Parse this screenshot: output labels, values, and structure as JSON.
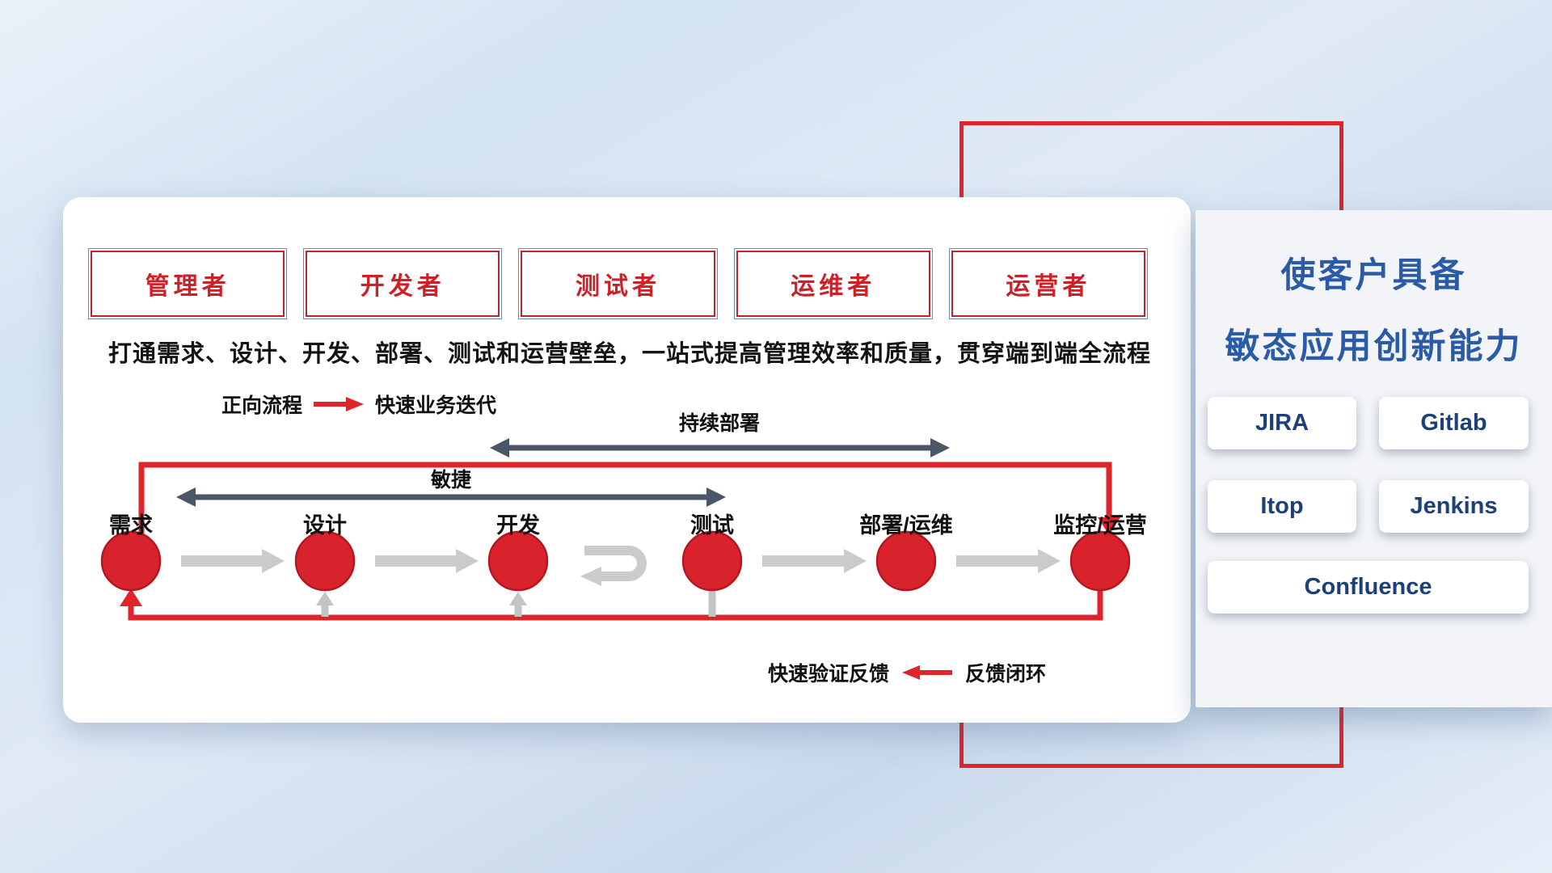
{
  "colors": {
    "accent_red": "#d8222c",
    "frame_red": "#e0242b",
    "title_blue": "#2a5ba6",
    "tool_text": "#1d3f7a",
    "dark_arrow": "#4d5666",
    "gray_arrow": "#c9cbcd"
  },
  "roles": {
    "items": [
      {
        "label": "管理者"
      },
      {
        "label": "开发者"
      },
      {
        "label": "测试者"
      },
      {
        "label": "运维者"
      },
      {
        "label": "运营者"
      }
    ]
  },
  "card": {
    "subtitle": "打通需求、设计、开发、部署、测试和运营壁垒，一站式提高管理效率和质量，贯穿端到端全流程"
  },
  "legend": {
    "forward_name": "正向流程",
    "forward_desc": "快速业务迭代",
    "feedback_desc": "快速验证反馈",
    "feedback_name": "反馈闭环"
  },
  "flow": {
    "continuous_deploy": "持续部署",
    "agile": "敏捷",
    "stages": [
      {
        "label": "需求"
      },
      {
        "label": "设计"
      },
      {
        "label": "开发"
      },
      {
        "label": "测试"
      },
      {
        "label": "部署/运维"
      },
      {
        "label": "监控/运营"
      }
    ]
  },
  "panel": {
    "title_line1": "使客户具备",
    "title_line2": "敏态应用创新能力",
    "tools": [
      {
        "label": "JIRA"
      },
      {
        "label": "Gitlab"
      },
      {
        "label": "Itop"
      },
      {
        "label": "Jenkins"
      },
      {
        "label": "Confluence"
      }
    ]
  }
}
